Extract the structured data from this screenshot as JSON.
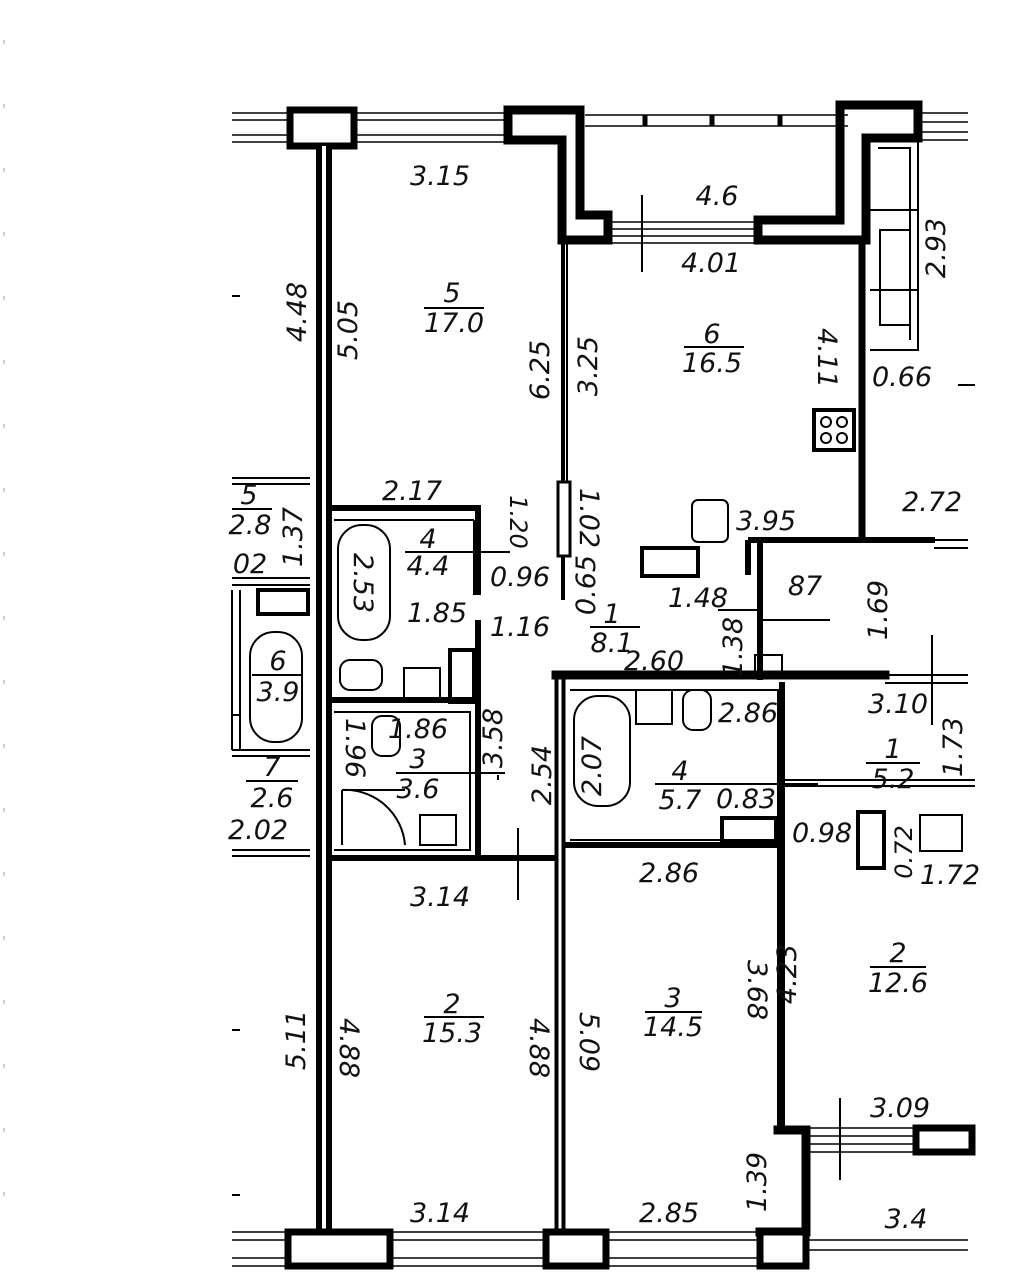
{
  "rooms": [
    {
      "number": "5",
      "area": "17.0"
    },
    {
      "number": "6",
      "area": "16.5"
    },
    {
      "number": "4",
      "area": "4.4"
    },
    {
      "number": "1",
      "area": "8.1"
    },
    {
      "number": "3",
      "area": "3.6"
    },
    {
      "number": "4",
      "area": "5.7"
    },
    {
      "number": "2",
      "area": "15.3"
    },
    {
      "number": "3",
      "area": "14.5"
    },
    {
      "number": "1",
      "area": "5.2"
    },
    {
      "number": "2",
      "area": "12.6"
    },
    {
      "number": "5",
      "area": "2.8"
    },
    {
      "number": "6",
      "area": "3.9"
    },
    {
      "number": "7",
      "area": "2.6"
    }
  ],
  "dimensions": [
    "3.15",
    "4.6",
    "4.01",
    "2.93",
    "4.48",
    "5.05",
    "6.25",
    "3.25",
    "4.11",
    "0.66",
    "2.72",
    "2.17",
    "1.20",
    "1.02",
    "3.95",
    "1.37",
    "02",
    "2.53",
    "1.85",
    "0.96",
    "0.65",
    "1.16",
    "1.48",
    "87",
    "1.69",
    "1.38",
    "2.60",
    "3.10",
    "1.86",
    "3.58",
    "1.96",
    "2.54",
    "2.07",
    "2.86",
    "1.73",
    "0.83",
    "0.98",
    "0.72",
    "1.72",
    "2.02",
    "3.14",
    "2.86",
    "3.68",
    "4.23",
    "5.11",
    "4.88",
    "4.88",
    "5.09",
    "3.09",
    "1.39",
    "3.14",
    "2.85",
    "3.4"
  ]
}
